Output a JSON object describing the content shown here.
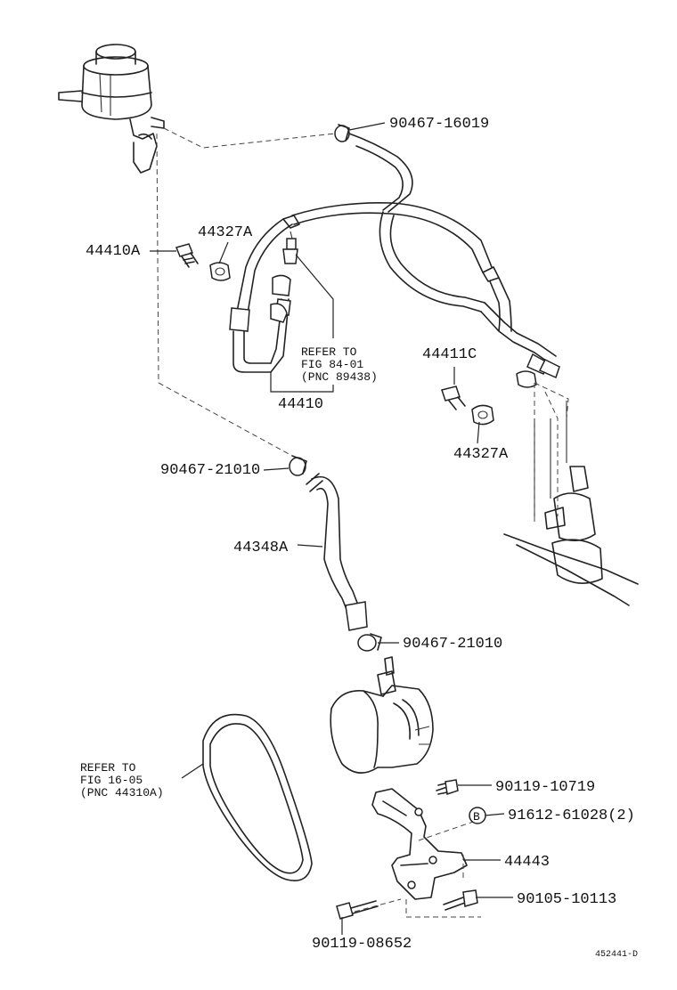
{
  "labels": {
    "p90467_16019": "90467-16019",
    "p44327A_top": "44327A",
    "p44410A": "44410A",
    "ref84_l1": "REFER TO",
    "ref84_l2": "FIG 84-01",
    "ref84_l3": "(PNC 89438)",
    "p44410": "44410",
    "p44411C": "44411C",
    "p44327A_right": "44327A",
    "p90467_21010_a": "90467-21010",
    "p44348A": "44348A",
    "p90467_21010_b": "90467-21010",
    "ref16_l1": "REFER TO",
    "ref16_l2": "FIG 16-05",
    "ref16_l3": "(PNC 44310A)",
    "p90119_10719": "90119-10719",
    "circle_b": "B",
    "p91612_61028": "91612-61028(2)",
    "p44443": "44443",
    "p90105_10113": "90105-10113",
    "p90119_08652": "90119-08652",
    "drawing_code": "452441-D"
  }
}
